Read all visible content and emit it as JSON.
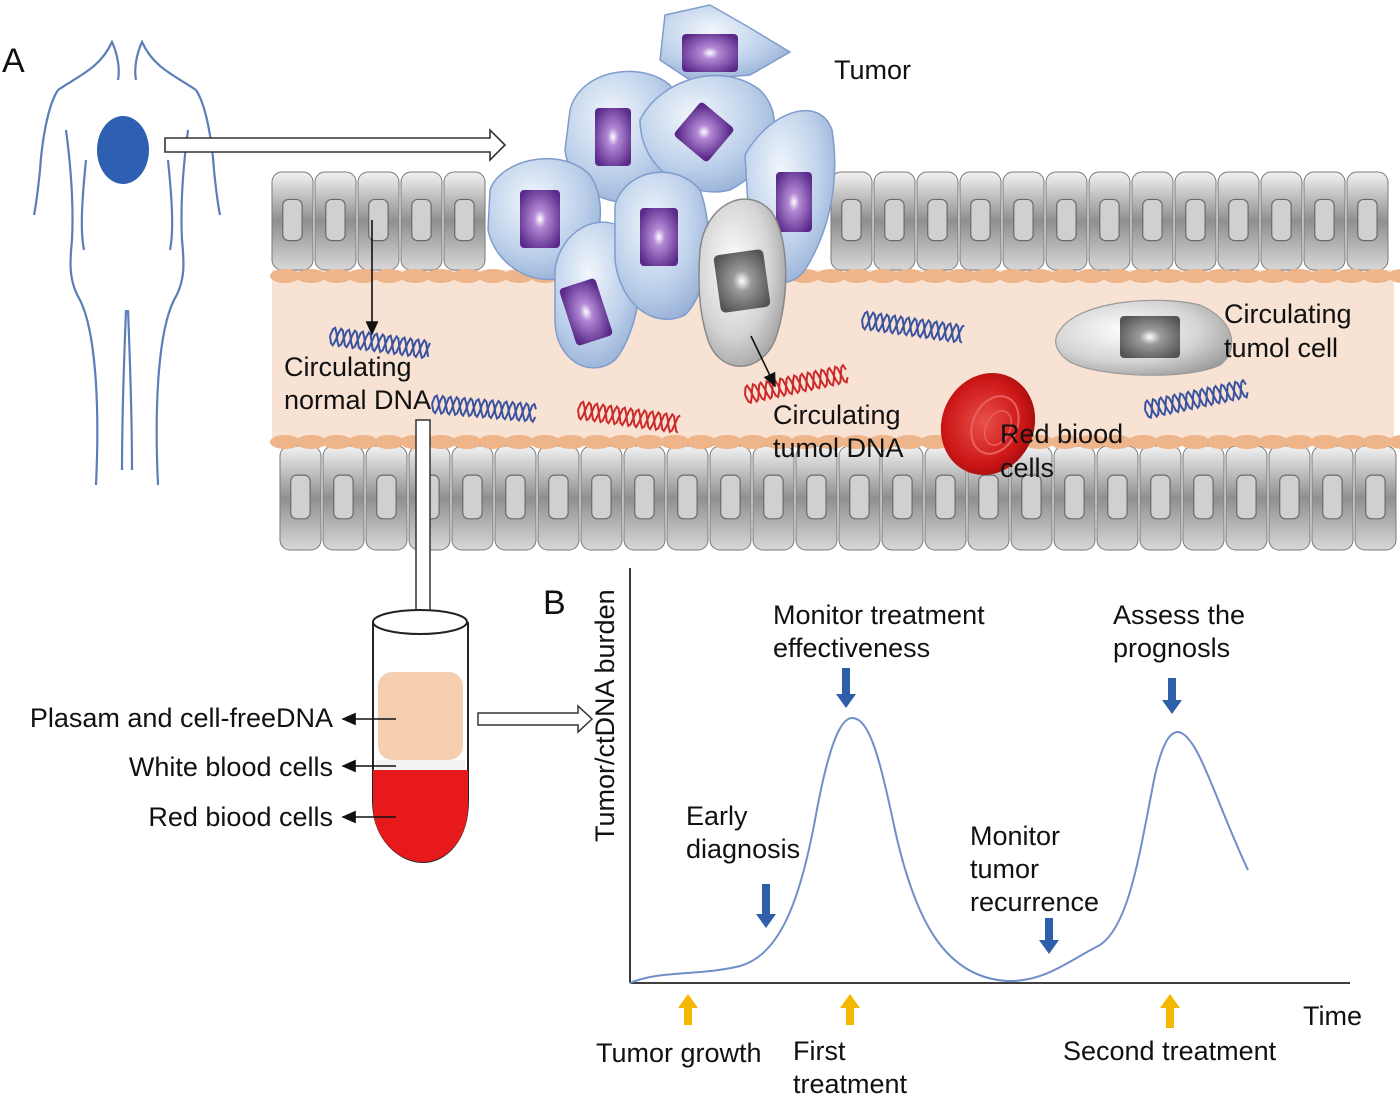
{
  "panel_a": {
    "letter": "A",
    "tumor": "Tumor",
    "normal_dna": [
      "Circulating",
      "normal DNA"
    ],
    "tumor_dna": [
      "Circulating",
      "tumol DNA"
    ],
    "tumor_cell": [
      "Circulating",
      "tumol cell"
    ],
    "rbc": [
      "Red biood",
      "cells"
    ],
    "tube_labels": {
      "plasma": "Plasam and cell-freeDNA",
      "wbc": "White blood cells",
      "rbc": "Red biood cells"
    }
  },
  "panel_b": {
    "letter": "B",
    "ylabel": "Tumor/ctDNA burden",
    "xlabel": "Time",
    "top_annotations": [
      {
        "id": "early",
        "lines": [
          "Early",
          "diagnosis"
        ]
      },
      {
        "id": "monitor-effect",
        "lines": [
          "Monitor treatment",
          "effectiveness"
        ]
      },
      {
        "id": "monitor-recur",
        "lines": [
          "Monitor",
          "tumor",
          "recurrence"
        ]
      },
      {
        "id": "prognosis",
        "lines": [
          "Assess the",
          "prognosls"
        ]
      }
    ],
    "bottom_annotations": [
      {
        "id": "growth",
        "lines": [
          "Tumor growth"
        ]
      },
      {
        "id": "first",
        "lines": [
          "First",
          "treatment"
        ]
      },
      {
        "id": "second",
        "lines": [
          "Second treatment"
        ]
      }
    ]
  },
  "colors": {
    "body_outline": "#5a7fb8",
    "tumor_blob": "#2f5fb0",
    "cell_gray": "#a8a8a8",
    "vessel_lumen": "#f8e2d4",
    "membrane": "#eeb48a",
    "tumor_cell_fill": "#b9cce6",
    "nucleus": "#6a3a9a",
    "dna_normal": "#3a53a0",
    "dna_tumor": "#cc2a2a",
    "rbc": "#d21a1a",
    "plasma": "#f6cfb0",
    "blood": "#e8191a",
    "curve": "#6f8fc8",
    "arrow_blue": "#2f5faa",
    "arrow_yellow": "#f5b800"
  }
}
